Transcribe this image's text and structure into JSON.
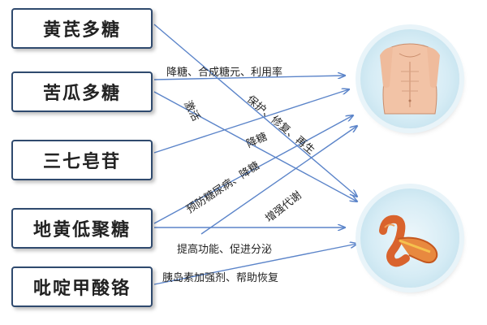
{
  "sources": [
    {
      "label": "黄芪多糖"
    },
    {
      "label": "苦瓜多糖"
    },
    {
      "label": "三七皂苷"
    },
    {
      "label": "地黄低聚糖"
    },
    {
      "label": "吡啶甲酸铬"
    }
  ],
  "targets": [
    {
      "icon": "torso-icon"
    },
    {
      "icon": "pancreas-icon"
    }
  ],
  "labels": {
    "l1": "降糖、合成糖元、利用率",
    "l2": "保护、修复、再生",
    "l3": "激活",
    "l4": "降糖",
    "l5": "预防糖尿病、降糖",
    "l6": "增强代谢",
    "l7": "提高功能、促进分泌",
    "l8": "胰岛素加强剂、帮助恢复"
  },
  "colors": {
    "arrow": "#5b84c9",
    "box_border": "#2f4a6e",
    "circle_bg": "#d6ecf5"
  }
}
